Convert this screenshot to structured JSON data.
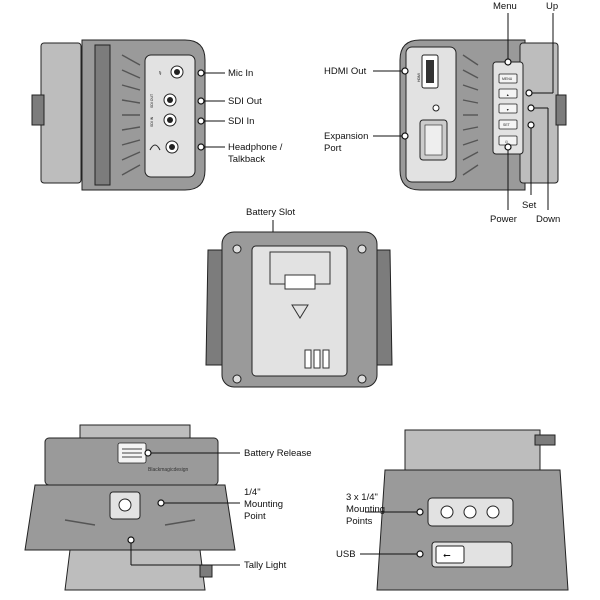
{
  "colors": {
    "body": "#9a9a9a",
    "panel": "#e2e2e2",
    "label": "#111111"
  },
  "views": {
    "left_side": {
      "labels": {
        "mic_in": "Mic In",
        "sdi_out": "SDI Out",
        "sdi_in": "SDI In",
        "headphone_1": "Headphone /",
        "headphone_2": "Talkback"
      },
      "printed": {
        "sdi_out": "SDI OUT",
        "sdi_in": "SDI IN"
      }
    },
    "right_side": {
      "labels": {
        "menu": "Menu",
        "up": "Up",
        "hdmi_out": "HDMI Out",
        "expansion_1": "Expansion",
        "expansion_2": "Port",
        "set": "Set",
        "power": "Power",
        "down": "Down"
      },
      "printed": {
        "hdmi": "HDMI",
        "menu_button": "MENU",
        "set_button": "SET",
        "up_glyph": "▲",
        "down_glyph": "▼",
        "power_glyph": "⏻"
      }
    },
    "bottom": {
      "labels": {
        "battery_slot": "Battery Slot"
      }
    },
    "front": {
      "labels": {
        "battery_release": "Battery Release",
        "mounting_1": "1/4\"",
        "mounting_2": "Mounting",
        "mounting_3": "Point",
        "tally_light": "Tally Light"
      },
      "printed": {
        "brand": "Blackmagicdesign"
      }
    },
    "back": {
      "labels": {
        "mounting_points_1": "3 x 1/4\"",
        "mounting_points_2": "Mounting",
        "mounting_points_3": "Points",
        "usb": "USB"
      },
      "printed": {
        "usb_glyph": "⭠"
      }
    }
  }
}
